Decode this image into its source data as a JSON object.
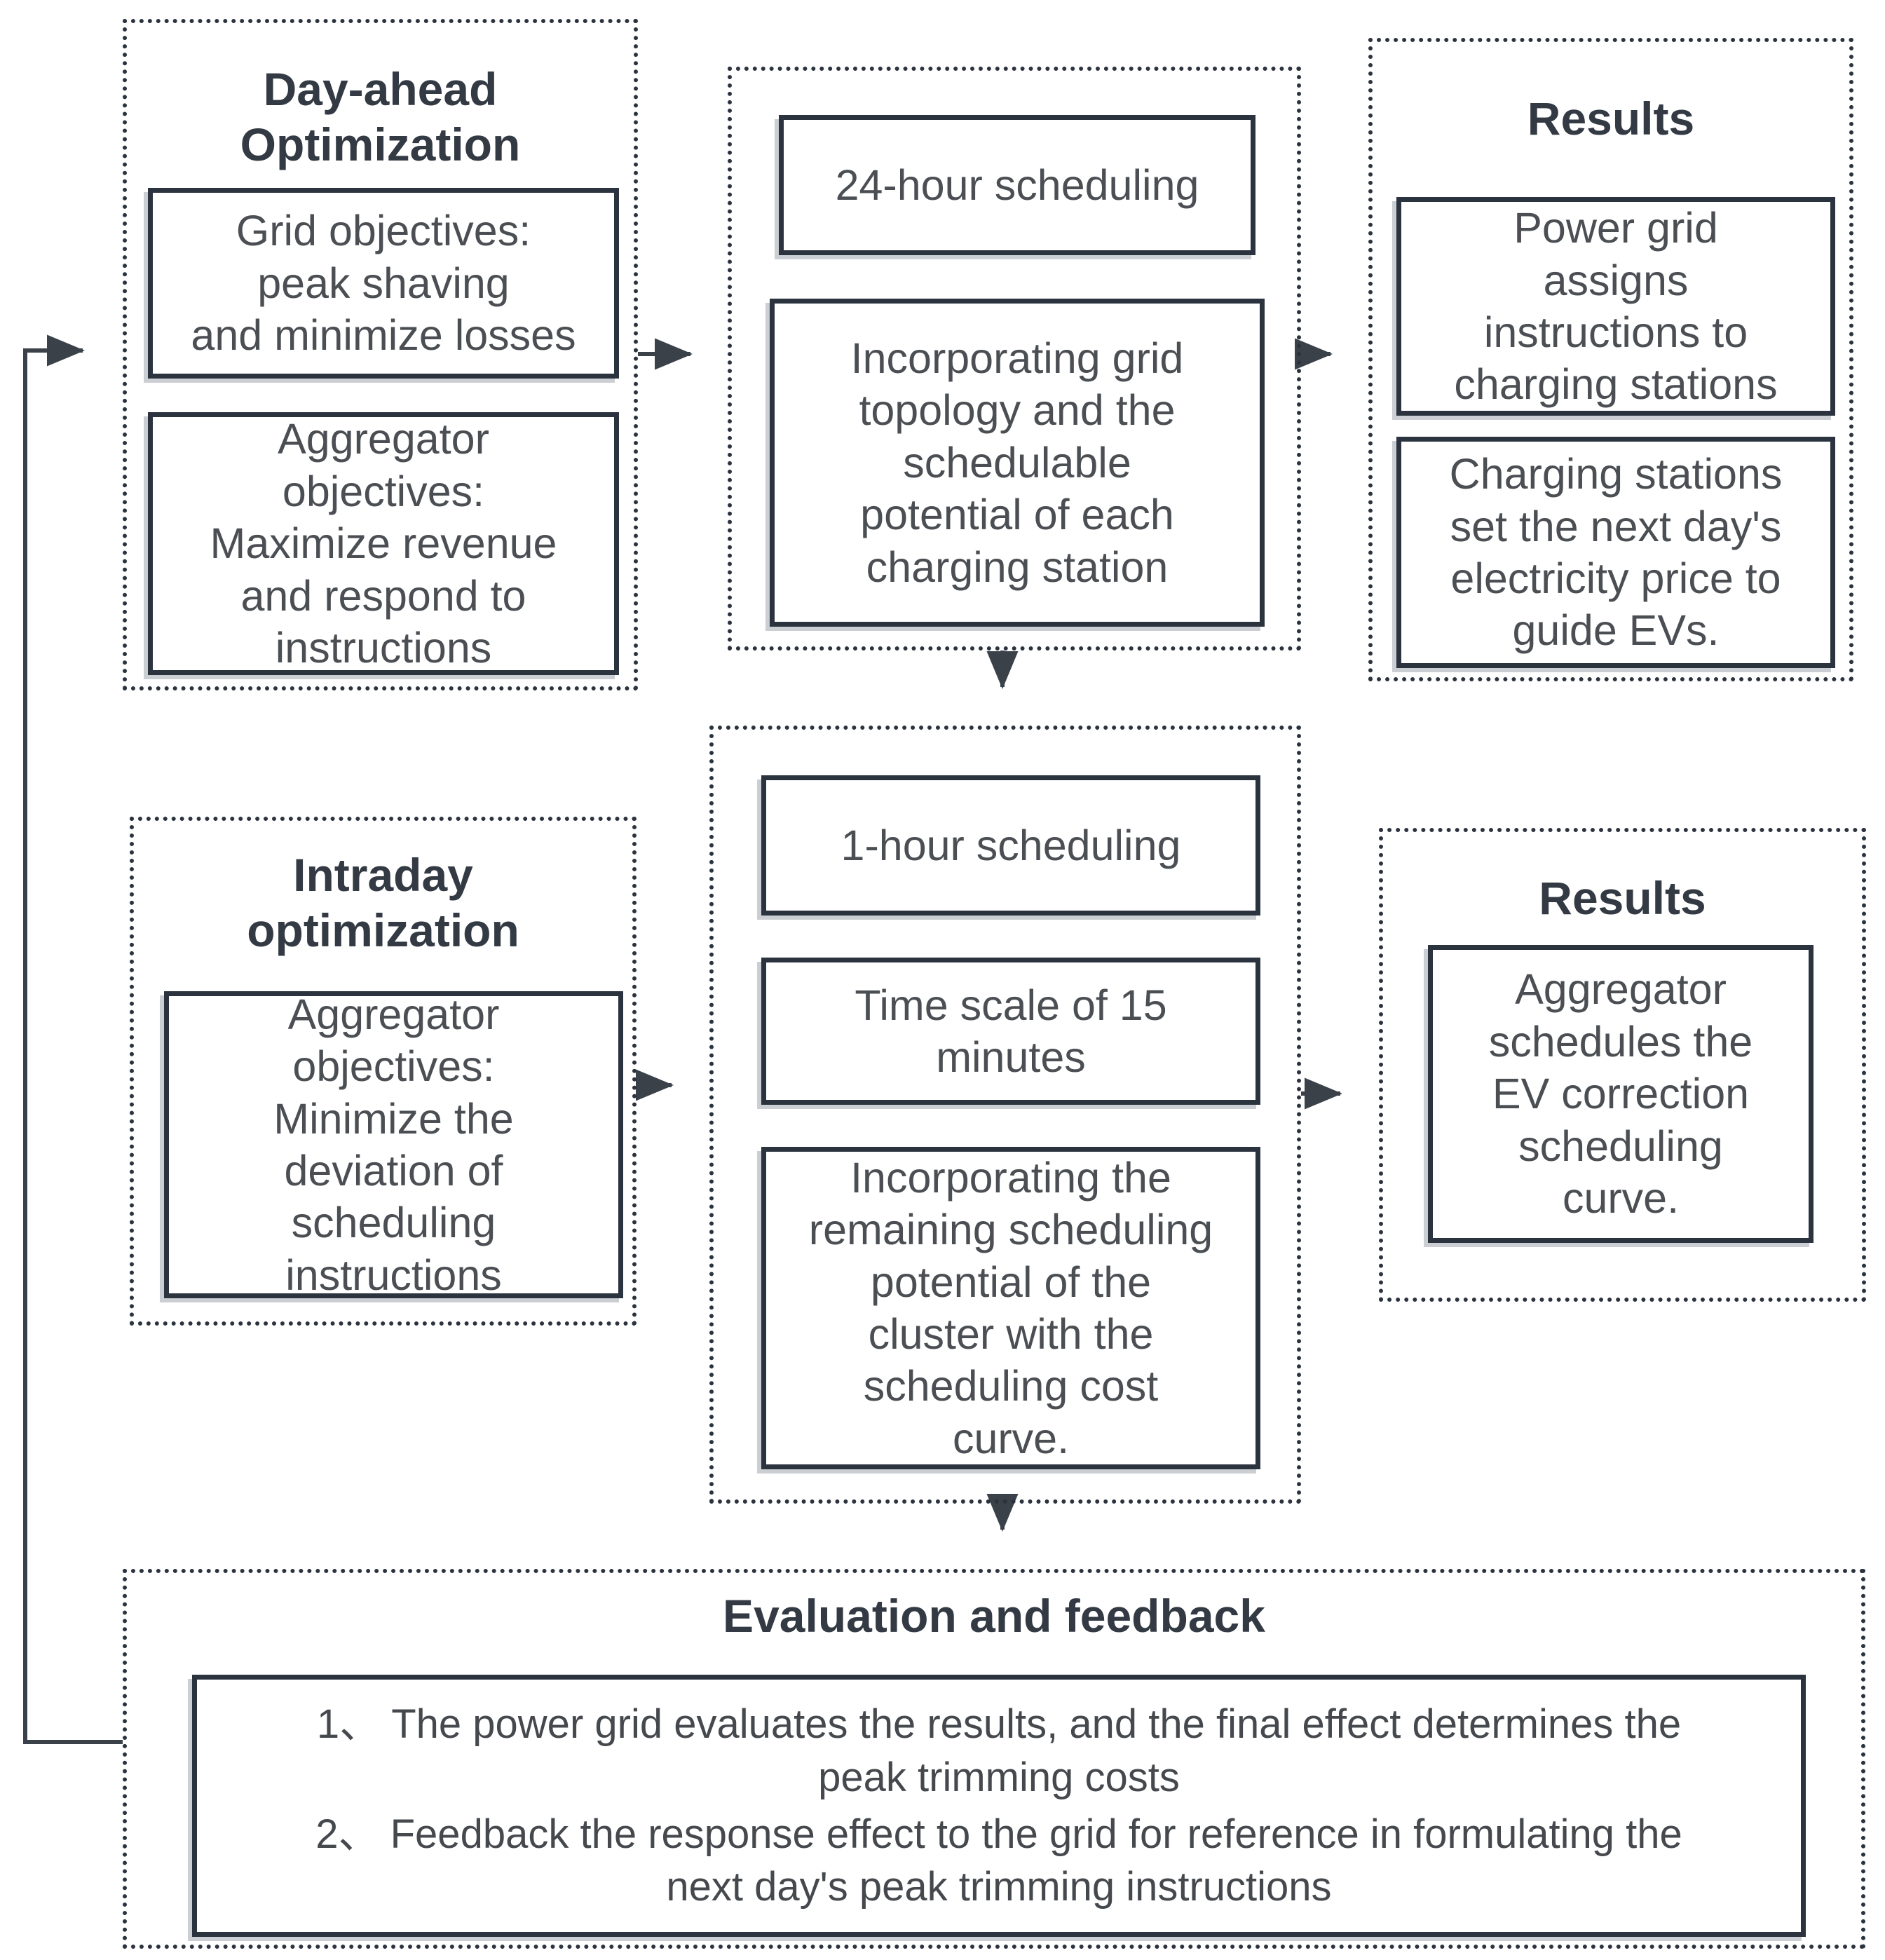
{
  "colors": {
    "background": "#ffffff",
    "border": "#2b333f",
    "heading_text": "#333a43",
    "body_text": "#4b4f54",
    "arrow": "#3a4149"
  },
  "sections": {
    "day_ahead": {
      "title": "Day-ahead\nOptimization",
      "boxes": {
        "grid_objectives": "Grid objectives:\npeak shaving\nand minimize losses",
        "aggregator_objectives": "Aggregator\nobjectives:\nMaximize revenue\nand respond to\ninstructions"
      }
    },
    "day_ahead_process": {
      "boxes": {
        "scheduling": "24-hour scheduling",
        "incorporating": "Incorporating grid\ntopology and the\nschedulable\npotential of each\ncharging station"
      }
    },
    "day_ahead_results": {
      "title": "Results",
      "boxes": {
        "assigns": "Power grid\nassigns\ninstructions to\ncharging stations",
        "price": "Charging stations\nset the next day's\nelectricity price to\nguide EVs."
      }
    },
    "intraday": {
      "title": "Intraday\noptimization",
      "boxes": {
        "aggregator_objectives": "Aggregator\nobjectives:\nMinimize the\ndeviation of\nscheduling\ninstructions"
      }
    },
    "intraday_process": {
      "boxes": {
        "scheduling": "1-hour scheduling",
        "time_scale": "Time scale of 15\nminutes",
        "incorporating": "Incorporating the\nremaining scheduling\npotential of the\ncluster with the\nscheduling cost\ncurve."
      }
    },
    "intraday_results": {
      "title": "Results",
      "boxes": {
        "correction": "Aggregator\nschedules the\nEV correction\nscheduling\ncurve."
      }
    },
    "evaluation": {
      "title": "Evaluation and feedback",
      "items": {
        "item1": "1、 The power grid evaluates the results, and the final effect determines the\npeak trimming costs",
        "item2": "2、 Feedback the response effect to the grid for reference in formulating the\nnext day's peak trimming instructions"
      }
    }
  }
}
